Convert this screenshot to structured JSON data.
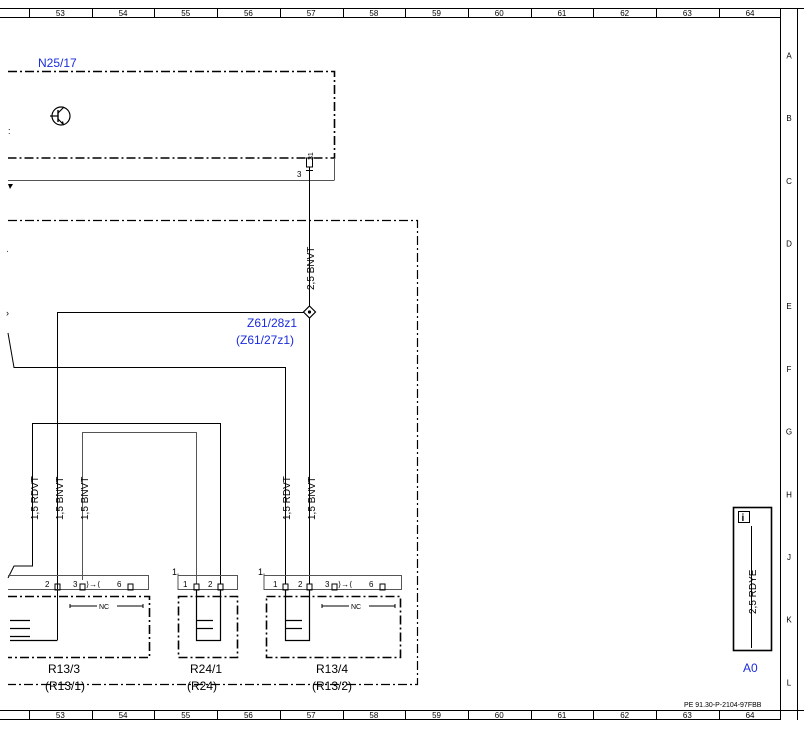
{
  "grid": {
    "columns": [
      "53",
      "54",
      "55",
      "56",
      "57",
      "58",
      "59",
      "60",
      "61",
      "62",
      "63",
      "64"
    ],
    "rows": [
      "A",
      "B",
      "C",
      "D",
      "E",
      "F",
      "G",
      "H",
      "J",
      "K",
      "L"
    ]
  },
  "modules": {
    "n25": "N25/17",
    "splice": "Z61/28z1",
    "splice_alt": "(Z61/27z1)",
    "r13_3": "R13/3",
    "r13_3_alt": "(R13/1)",
    "r24_1": "R24/1",
    "r24_1_alt": "(R24)",
    "r13_4": "R13/4",
    "r13_4_alt": "(R13/2)",
    "a0": "A0",
    "a0_icon": "i"
  },
  "wires": {
    "main_vertical": "2,5 BNVT",
    "left_rdvt": "1,5 RDVT",
    "left_bnvt_1": "1,5 BNVT",
    "left_bnvt_2": "1,5 BNVT",
    "right_rdvt": "1,5 RDVT",
    "right_bnvt": "1,5 BNVT",
    "a0_wire": "2,5 RDYE"
  },
  "pins": {
    "n25_pin_top": "31",
    "n25_pin_side": "3",
    "r13_3_p2": "2",
    "r13_3_p3": "3",
    "r13_3_p6": "6",
    "r24_1_ref": "1",
    "r24_1_p1": "1",
    "r24_1_p2": "2",
    "r13_4_ref": "1",
    "r13_4_p1": "1",
    "r13_4_p2": "2",
    "r13_4_p3": "3",
    "r13_4_p6": "6",
    "nc": "NC"
  },
  "footer": {
    "doc_id": "PE 91.30-P-2104-97FBB"
  }
}
